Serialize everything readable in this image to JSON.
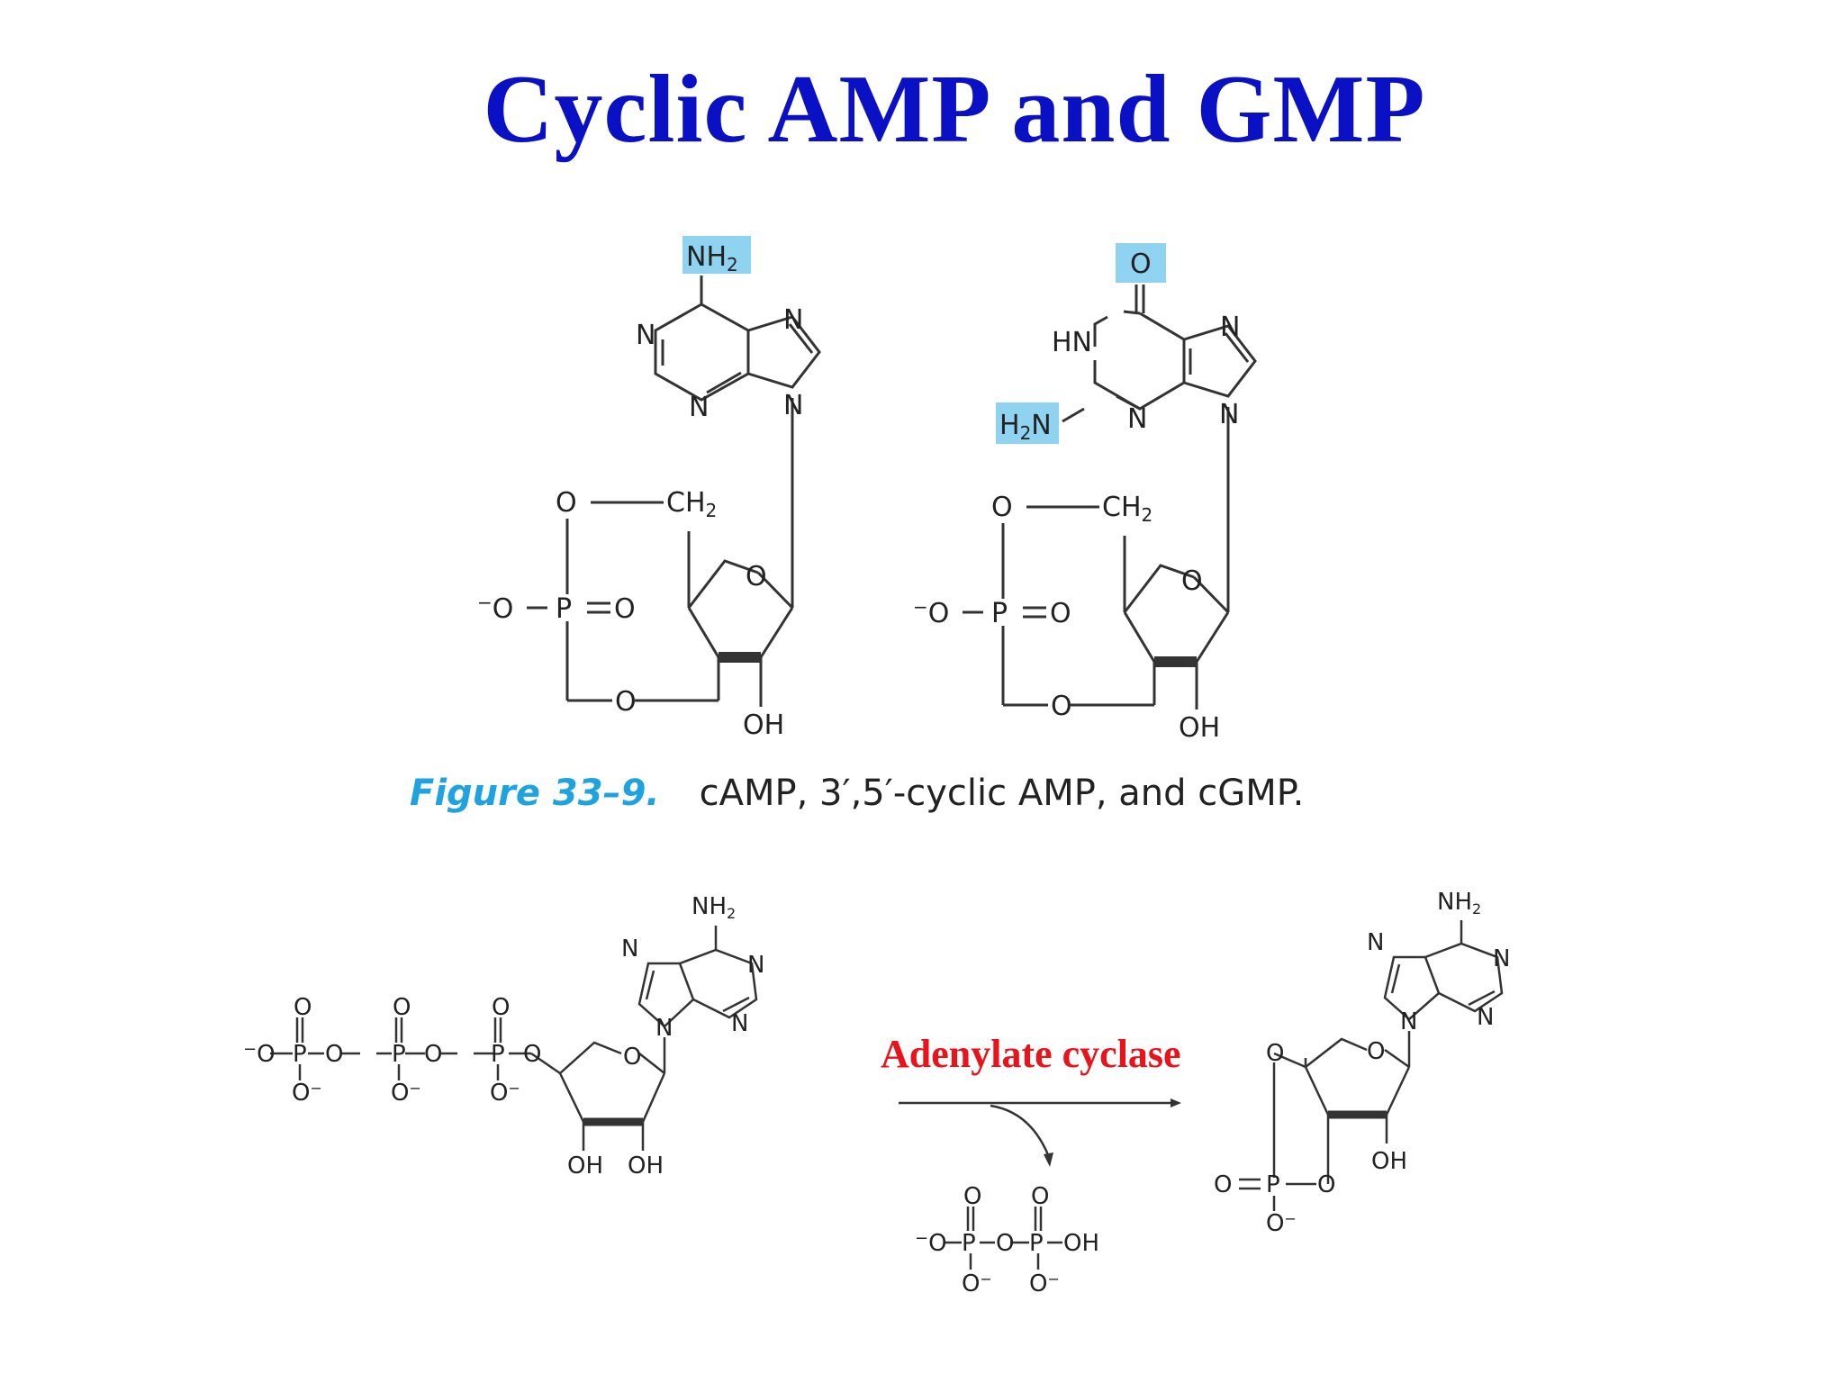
{
  "slide": {
    "title": "Cyclic AMP and GMP"
  },
  "figure": {
    "label": "Figure 33–9.",
    "caption": "cAMP, 3′,5′-cyclic AMP, and cGMP."
  },
  "reaction": {
    "enzyme": "Adenylate cyclase"
  },
  "colors": {
    "title": "#0a10c4",
    "figure_label": "#1fa3e0",
    "enzyme_label": "#e8131b",
    "highlight": "#8fd3f0"
  }
}
